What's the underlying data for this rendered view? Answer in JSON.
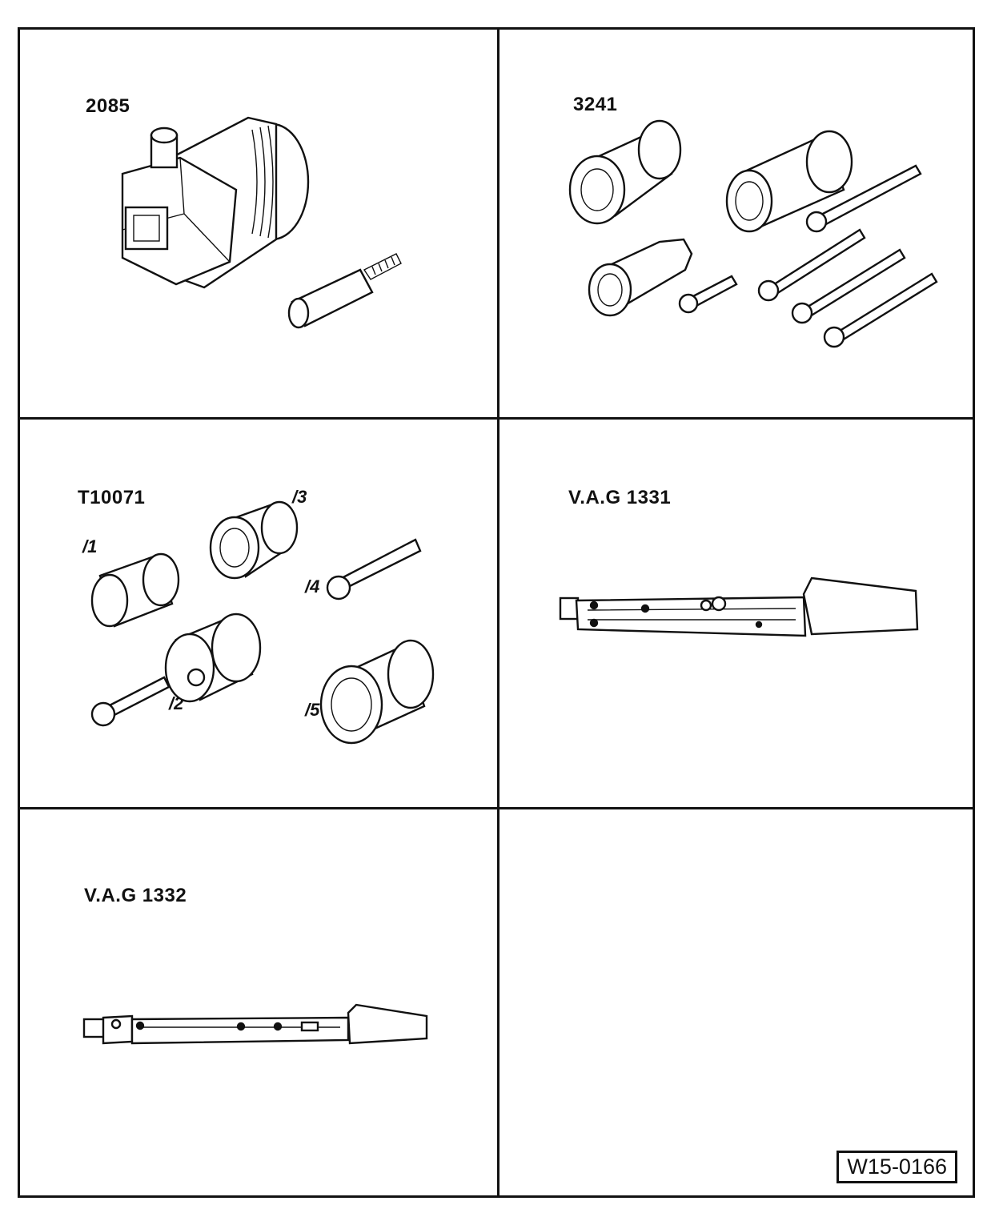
{
  "panels": [
    {
      "id": "p1",
      "label": "2085"
    },
    {
      "id": "p2",
      "label": "3241"
    },
    {
      "id": "p3",
      "label": "T10071",
      "parts": [
        "/1",
        "/2",
        "/3",
        "/4",
        "/5"
      ]
    },
    {
      "id": "p4",
      "label": "V.A.G 1331"
    },
    {
      "id": "p5",
      "label": "V.A.G 1332"
    },
    {
      "id": "p6",
      "label": ""
    }
  ],
  "figure_id": "W15-0166"
}
